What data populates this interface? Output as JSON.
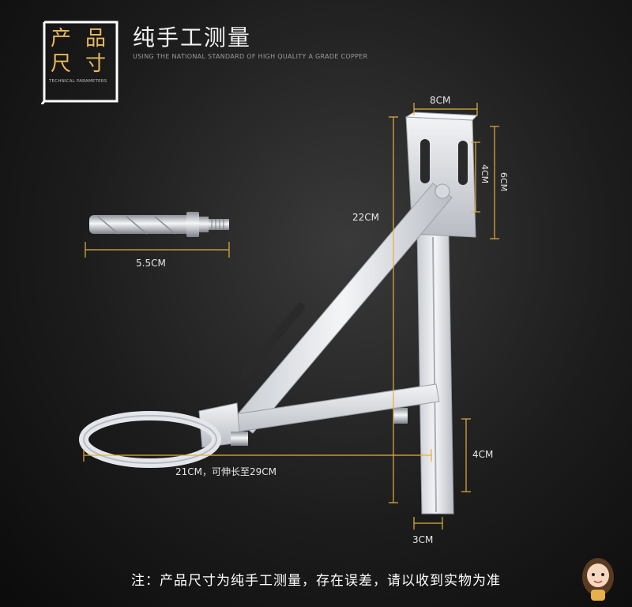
{
  "badge": {
    "chars": [
      "产",
      "品",
      "尺",
      "寸"
    ],
    "subtitle": "TECHNICAL PARAMETERS"
  },
  "header": {
    "title": "纯手工测量",
    "subtitle": "USING THE NATIONAL STANDARD OF HIGH QUALITY A GRADE COPPER"
  },
  "dimensions": {
    "bolt_length": "5.5CM",
    "top_width": "8CM",
    "slot_height": "4CM",
    "plate_height": "6CM",
    "bracket_height": "22CM",
    "arm_length": "21CM，可伸长至29CM",
    "lower_height": "4CM",
    "bottom_width": "3CM"
  },
  "footer": {
    "note": "注：产品尺寸为纯手工测量，存在误差，请以收到实物为准"
  },
  "colors": {
    "background": "#1c1c1c",
    "dimension_line": "#e0b040",
    "accent": "#e9b95a",
    "metal": "#e4e6ea"
  }
}
